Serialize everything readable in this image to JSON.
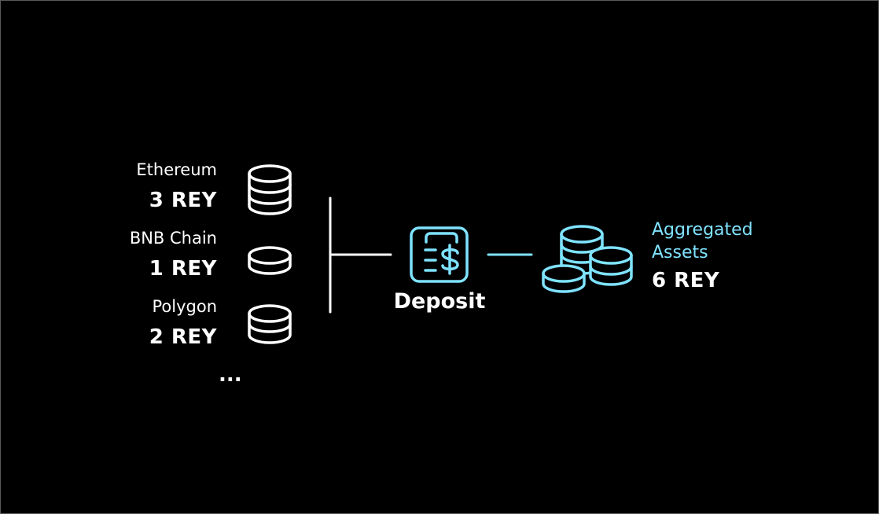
{
  "chains": [
    {
      "name": "Ethereum",
      "amount": "3 REY",
      "icon": "coin-stack-3-icon"
    },
    {
      "name": "BNB Chain",
      "amount": "1 REY",
      "icon": "coin-stack-1-icon"
    },
    {
      "name": "Polygon",
      "amount": "2 REY",
      "icon": "coin-stack-2-icon"
    }
  ],
  "ellipsis": "...",
  "deposit": {
    "label": "Deposit",
    "icon": "deposit-dollar-icon"
  },
  "aggregate": {
    "label": "Aggregated Assets",
    "amount": "6 REY",
    "icon": "aggregated-coins-icon"
  },
  "colors": {
    "background": "#000000",
    "foreground": "#ffffff",
    "accent": "#7fe3ff"
  }
}
